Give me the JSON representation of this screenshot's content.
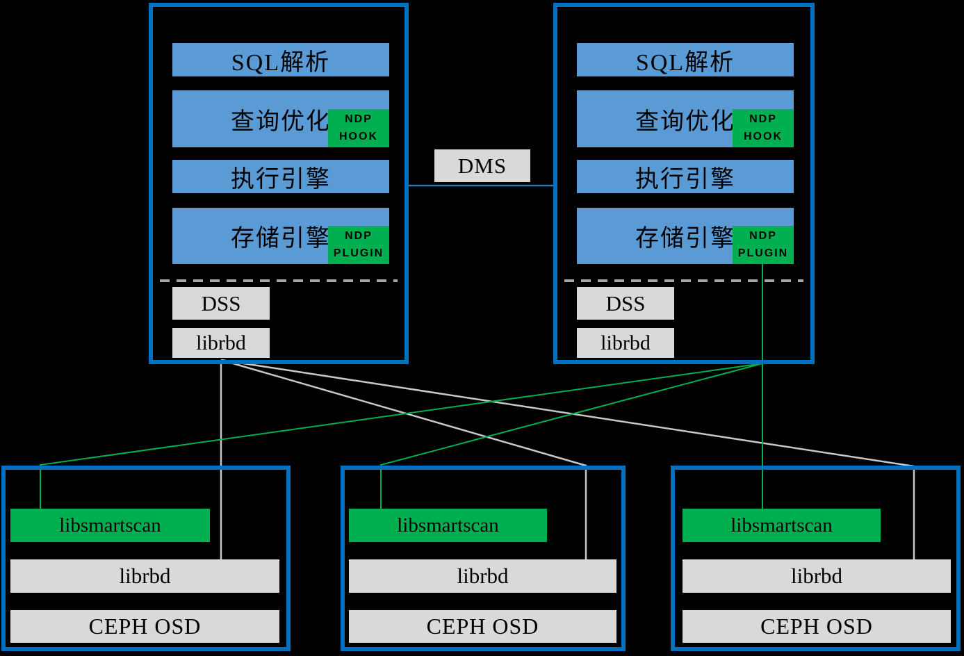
{
  "colors": {
    "background": "#000000",
    "node_border_blue": "#0070C0",
    "layer_bar_blue": "#5B9BD5",
    "ndp_green": "#00B050",
    "gray_box": "#D9D9D9",
    "connector_gray": "#C8C8C8",
    "connector_green": "#00B050",
    "dms_link_blue": "#2E75B6",
    "dashed_divider_gray": "#A6A6A6"
  },
  "db_nodes": [
    {
      "layers": {
        "sql": "SQL解析",
        "optimize": "查询优化",
        "execute": "执行引擎",
        "storage": "存储引擎"
      },
      "badges": {
        "hook": "NDP HOOK",
        "plugin": "NDP PLUGIN"
      },
      "stack": {
        "dss": "DSS",
        "librbd": "librbd"
      }
    },
    {
      "layers": {
        "sql": "SQL解析",
        "optimize": "查询优化",
        "execute": "执行引擎",
        "storage": "存储引擎"
      },
      "badges": {
        "hook": "NDP HOOK",
        "plugin": "NDP PLUGIN"
      },
      "stack": {
        "dss": "DSS",
        "librbd": "librbd"
      }
    }
  ],
  "dms": {
    "label": "DMS"
  },
  "storage_nodes": [
    {
      "smartscan": "libsmartscan",
      "librbd": "librbd",
      "ceph": "CEPH OSD"
    },
    {
      "smartscan": "libsmartscan",
      "librbd": "librbd",
      "ceph": "CEPH OSD"
    },
    {
      "smartscan": "libsmartscan",
      "librbd": "librbd",
      "ceph": "CEPH OSD"
    }
  ]
}
